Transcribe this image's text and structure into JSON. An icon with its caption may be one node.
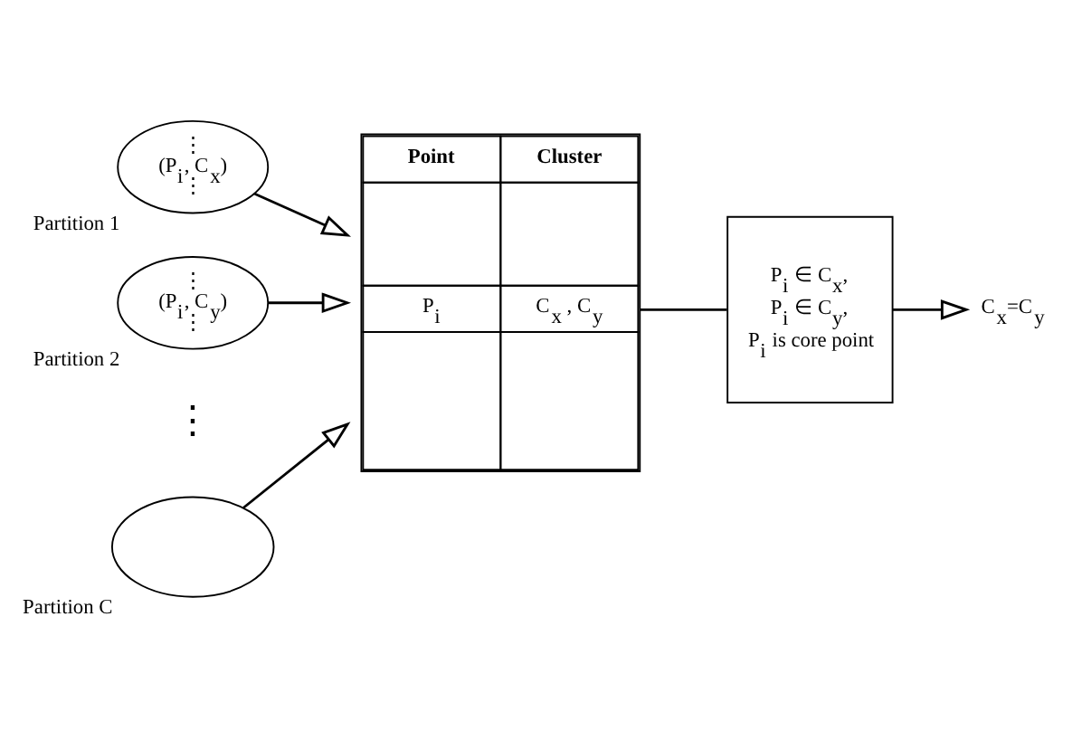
{
  "diagram": {
    "nodes": [
      {
        "text": [
          "⋮",
          "(P$_{i}$, C$_{x}$)",
          "⋮"
        ],
        "beside": [
          "Partition 1"
        ]
      },
      {
        "text": [
          "⋮",
          "(P$_{i}$, C$_{y}$)",
          "⋮"
        ],
        "beside": [
          "Partition 2"
        ]
      },
      {
        "text": [],
        "shape": "ellipse",
        "beside": [
          "Partition C"
        ]
      },
      {
        "text": [
          "Point",
          "Cluster",
          "P$_{i}$",
          "C$_{x}$ , C$_{y}$"
        ]
      },
      {
        "text": [
          "P$_{i}$ ∈ C$_{x}$, P$_{i}$ ∈ C$_{y}$, P$_{i}$ is core point"
        ]
      },
      {
        "text": [
          "C$_{x}$=C$_{y}$"
        ]
      }
    ],
    "edges": [
      {
        "from": 0,
        "to": 3,
        "arrow": "to"
      },
      {
        "from": 1,
        "to": 3,
        "arrow": "to"
      },
      {
        "from": 2,
        "to": 3,
        "arrow": "to"
      },
      {
        "from": 3,
        "to": 4,
        "arrow": "none"
      },
      {
        "from": 4,
        "to": 5,
        "arrow": "to"
      }
    ],
    "labels": [
      "⋮"
    ]
  }
}
